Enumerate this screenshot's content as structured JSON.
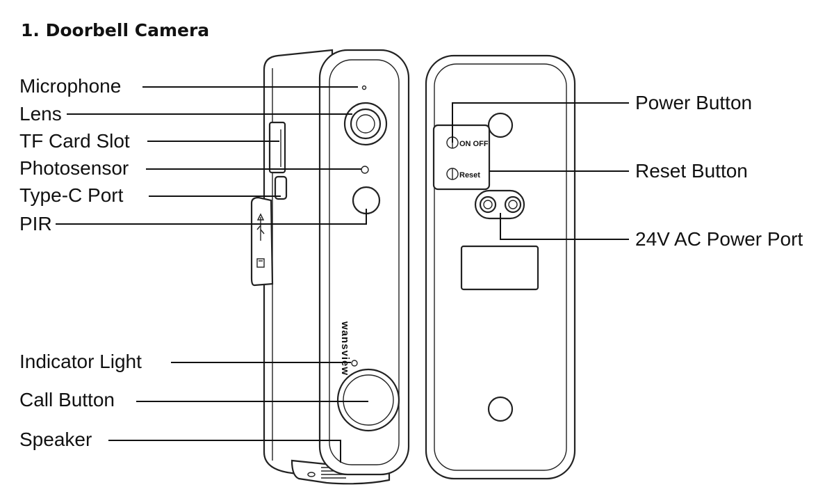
{
  "heading": "1. Doorbell Camera",
  "brand_logo_text": "wansview",
  "labels": {
    "microphone": "Microphone",
    "lens": "Lens",
    "tf_card_slot": "TF Card Slot",
    "photosensor": "Photosensor",
    "type_c_port": "Type-C Port",
    "pir": "PIR",
    "indicator_light": "Indicator Light",
    "call_button": "Call Button",
    "speaker": "Speaker",
    "power_button": "Power Button",
    "reset_button": "Reset Button",
    "ac_power_port": "24V AC Power Port"
  },
  "back_panel": {
    "on_off_text": "ON OFF",
    "reset_text": "Reset"
  },
  "icons": {
    "usb": "usb-icon",
    "sd_card": "sd-card-icon"
  }
}
